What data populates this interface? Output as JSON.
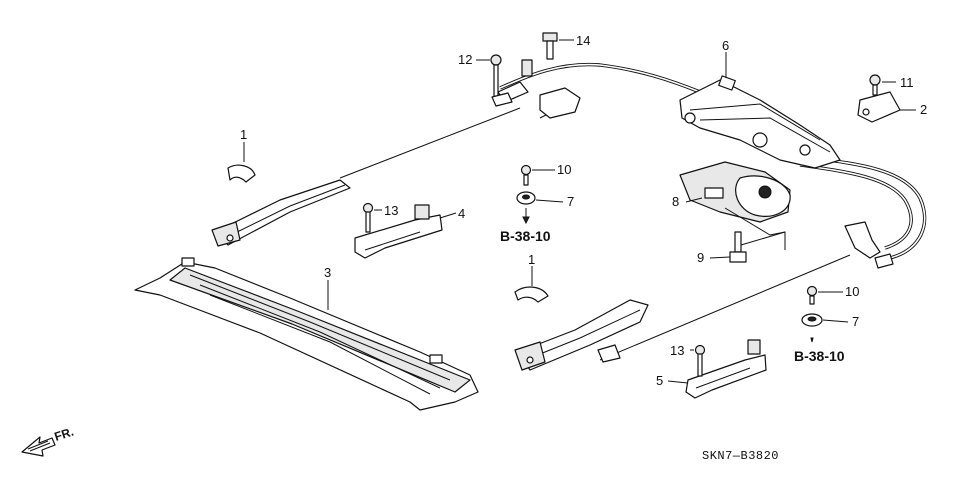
{
  "callouts": {
    "c1a": "1",
    "c1b": "1",
    "c2": "2",
    "c3": "3",
    "c4": "4",
    "c5": "5",
    "c6": "6",
    "c7a": "7",
    "c7b": "7",
    "c8": "8",
    "c9": "9",
    "c10a": "10",
    "c10b": "10",
    "c11": "11",
    "c12": "12",
    "c13a": "13",
    "c13b": "13",
    "c14": "14"
  },
  "refs": {
    "ref_a": "B-38-10",
    "ref_b": "B-38-10"
  },
  "direction_label": "FR.",
  "diagram_code": "SKN7—B3820"
}
